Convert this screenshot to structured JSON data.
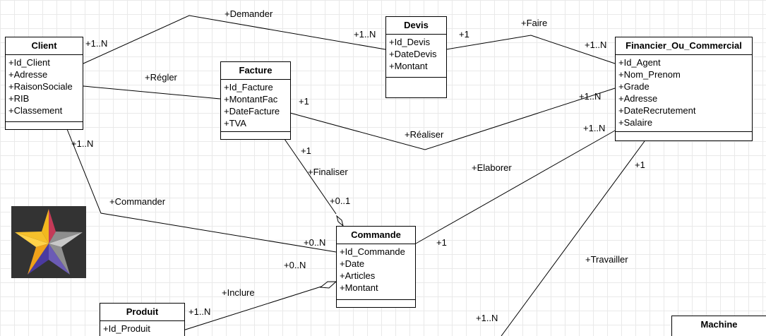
{
  "classes": {
    "client": {
      "name": "Client",
      "attrs": [
        "+Id_Client",
        "+Adresse",
        "+RaisonSociale",
        "+RIB",
        "+Classement"
      ]
    },
    "devis": {
      "name": "Devis",
      "attrs": [
        "+Id_Devis",
        "+DateDevis",
        "+Montant"
      ]
    },
    "facture": {
      "name": "Facture",
      "attrs": [
        "+Id_Facture",
        "+MontantFac",
        "+DateFacture",
        "+TVA"
      ]
    },
    "financier": {
      "name": "Financier_Ou_Commercial",
      "attrs": [
        "+Id_Agent",
        "+Nom_Prenom",
        "+Grade",
        "+Adresse",
        "+DateRecrutement",
        "+Salaire"
      ]
    },
    "commande": {
      "name": "Commande",
      "attrs": [
        "+Id_Commande",
        "+Date",
        "+Articles",
        "+Montant"
      ]
    },
    "produit": {
      "name": "Produit",
      "attrs": [
        "+Id_Produit"
      ]
    },
    "machine": {
      "name": "Machine",
      "attrs": []
    }
  },
  "associations": {
    "demander": "+Demander",
    "faire": "+Faire",
    "regler": "+Régler",
    "realiser": "+Réaliser",
    "elaborer": "+Elaborer",
    "finaliser": "+Finaliser",
    "commander": "+Commander",
    "travailler": "+Travailler",
    "inclure": "+Inclure"
  },
  "multiplicities": {
    "client_demander": "+1..N",
    "devis_demander": "+1..N",
    "devis_faire": "+1",
    "financier_faire": "+1..N",
    "facture_realiser": "+1",
    "financier_realiser": "+1..N",
    "financier_elaborer": "+1..N",
    "client_commander": "+1..N",
    "facture_finaliser": "+1",
    "commande_finaliser": "+0..1",
    "commande_commander": "+0..N",
    "commande_inclure": "+0..N",
    "commande_elaborer": "+1",
    "financier_travailler": "+1",
    "produit_inclure": "+1..N",
    "machine_travailler": "+1..N"
  }
}
